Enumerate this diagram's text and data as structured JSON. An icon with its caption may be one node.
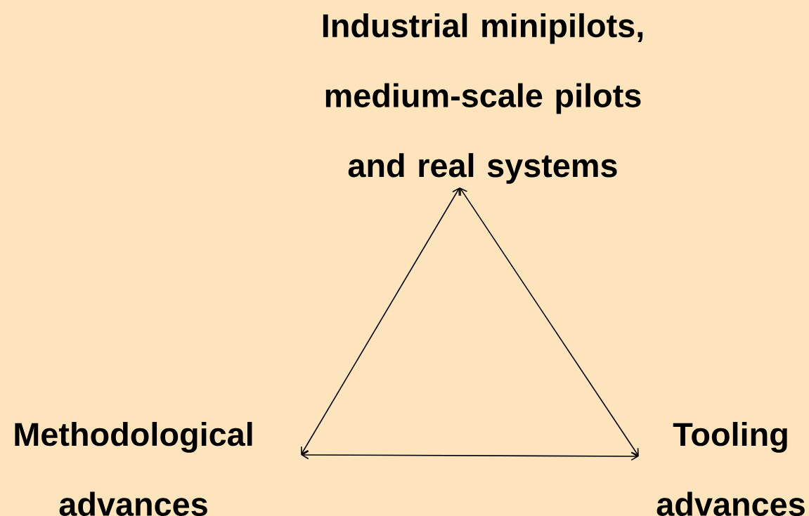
{
  "diagram": {
    "nodes": [
      {
        "text": [
          "Industrial minipilots, medium-scale pilots and real systems"
        ]
      },
      {
        "text": [
          "Methodological advances"
        ]
      },
      {
        "text": [
          "Tooling advances"
        ]
      }
    ],
    "edges": [
      {
        "from": 1,
        "to": 0,
        "arrow": "both"
      },
      {
        "from": 0,
        "to": 2,
        "arrow": "both"
      },
      {
        "from": 1,
        "to": 2,
        "arrow": "both"
      }
    ]
  }
}
